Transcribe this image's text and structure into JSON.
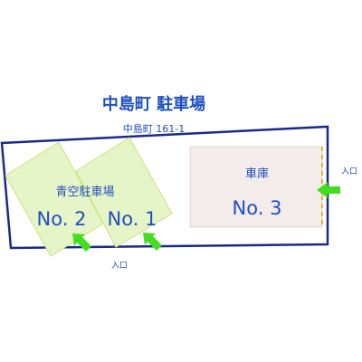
{
  "title": "中島町 駐車場",
  "address": "中島町 161-1",
  "lot_name": "青空駐車場",
  "spaces": {
    "no2": "No. 2",
    "no1": "No. 1"
  },
  "garage": {
    "label": "車庫",
    "number": "No. 3"
  },
  "entrances": {
    "right": "入口",
    "bottom": "入口"
  },
  "colors": {
    "boundary": "#1a2a8c",
    "text": "#1f4fbf",
    "space_fill": "#e6f5c8",
    "space_stroke": "#c9e47a",
    "garage_fill": "#f3ecea",
    "garage_door": "#e8b830",
    "arrow": "#44dd22"
  }
}
